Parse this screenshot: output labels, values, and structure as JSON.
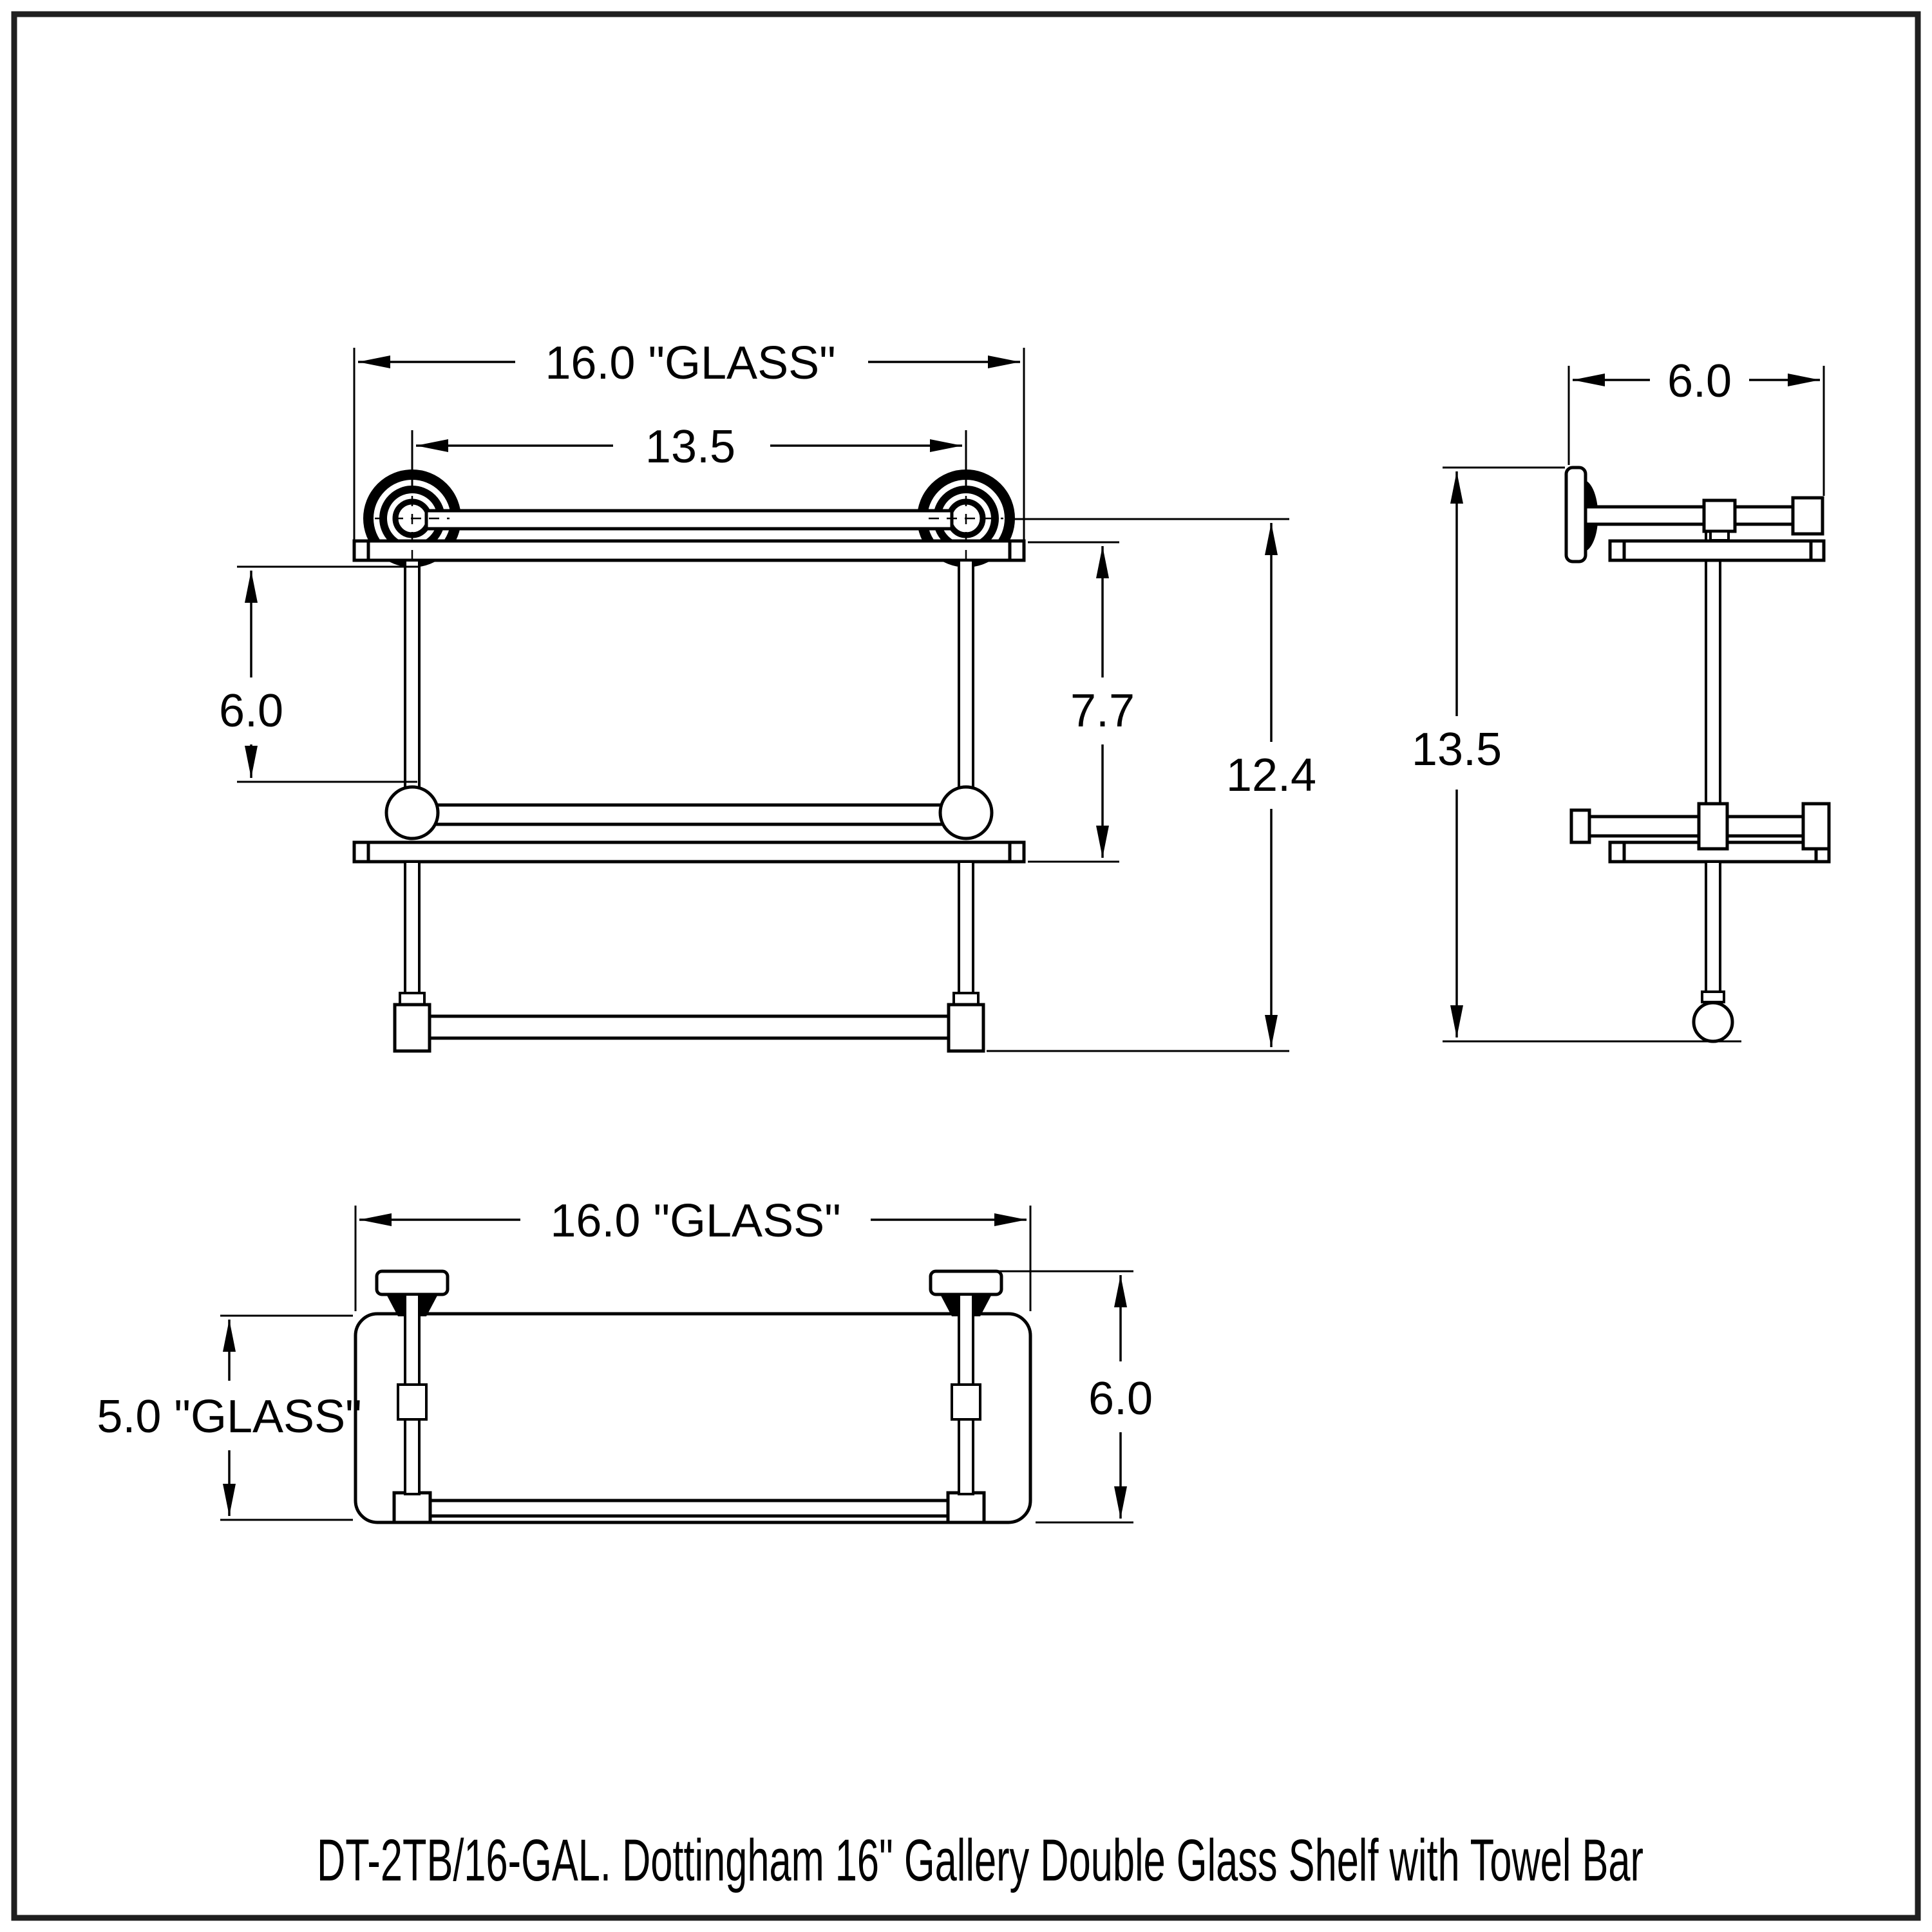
{
  "page": {
    "background": "#ffffff",
    "border_color": "#1f1f1f",
    "line_color": "#000000"
  },
  "caption": {
    "text": "DT-2TB/16-GAL. Dottingham 16\" Gallery Double Glass Shelf with Towel Bar"
  },
  "front_view": {
    "name": "front-elevation",
    "dims": {
      "glass_width": "16.0 \"GLASS\"",
      "post_spacing": "13.5",
      "shelf_to_joint": "6.0",
      "shelf_to_shelf": "7.7",
      "overall_height": "12.4"
    }
  },
  "side_view": {
    "name": "side-elevation",
    "dims": {
      "projection": "6.0",
      "overall_height": "13.5"
    }
  },
  "top_view": {
    "name": "top-plan",
    "dims": {
      "glass_width": "16.0 \"GLASS\"",
      "glass_depth": "5.0 \"GLASS\"",
      "overall_depth": "6.0"
    }
  }
}
